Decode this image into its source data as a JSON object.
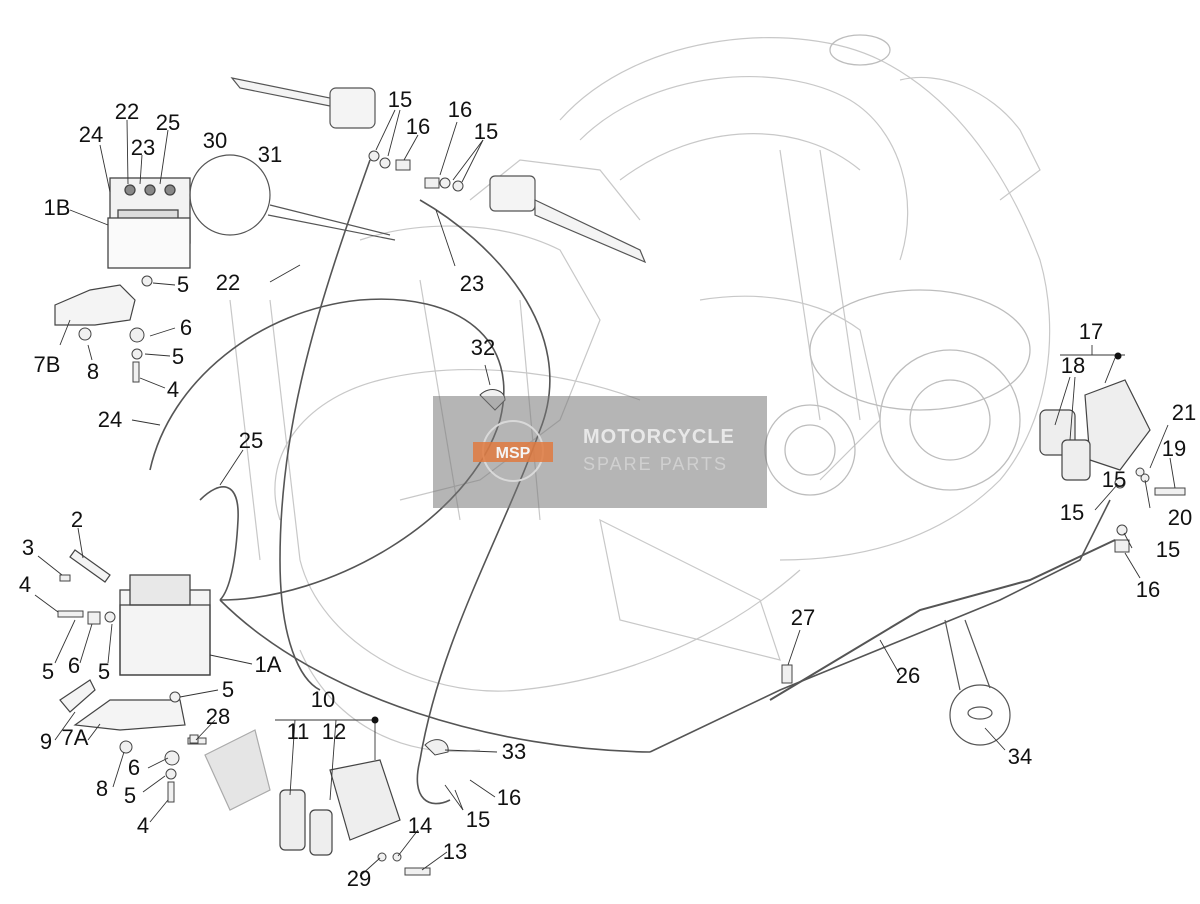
{
  "diagram": {
    "callouts": [
      "1A",
      "1B",
      "2",
      "3",
      "4",
      "4",
      "4",
      "5",
      "5",
      "5",
      "5",
      "5",
      "5",
      "6",
      "6",
      "6",
      "7A",
      "7B",
      "8",
      "8",
      "9",
      "10",
      "11",
      "12",
      "13",
      "14",
      "15",
      "15",
      "15",
      "15",
      "15",
      "15",
      "16",
      "16",
      "16",
      "16",
      "17",
      "18",
      "19",
      "20",
      "21",
      "22",
      "22",
      "23",
      "23",
      "24",
      "24",
      "25",
      "25",
      "26",
      "27",
      "28",
      "29",
      "30",
      "31",
      "32",
      "33",
      "34"
    ]
  },
  "watermark": {
    "line1": "MOTORCYCLE",
    "line2": "SPARE PARTS",
    "logo_text": "MSP"
  }
}
